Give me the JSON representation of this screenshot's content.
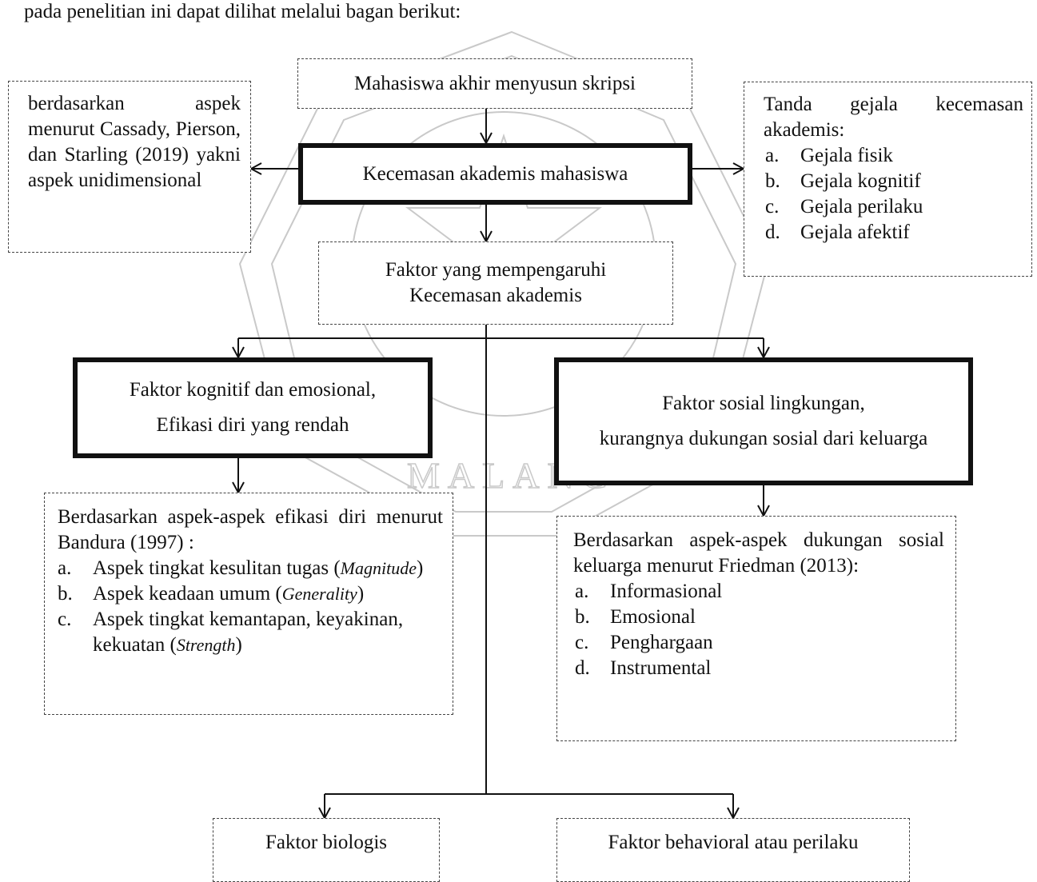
{
  "top_fragment": "pada penelitian ini dapat dilihat melalui bagan berikut:",
  "watermark_word": "MALANG",
  "nodes": {
    "start": "Mahasiswa akhir menyusun skripsi",
    "core": "Kecemasan akademis mahasiswa",
    "aspect": "berdasarkan aspek menurut Cassady, Pierson, dan Starling (2019) yakni aspek unidimensional",
    "symptoms": {
      "title": "Tanda gejala kecemasan akademis:",
      "items": [
        {
          "marker": "a.",
          "text": "Gejala fisik"
        },
        {
          "marker": "b.",
          "text": "Gejala kognitif"
        },
        {
          "marker": "c.",
          "text": "Gejala perilaku"
        },
        {
          "marker": "d.",
          "text": "Gejala afektif"
        }
      ]
    },
    "factors": {
      "line1": "Faktor yang mempengaruhi",
      "line2": "Kecemasan akademis"
    },
    "cognitive": {
      "line1": "Faktor kognitif dan emosional,",
      "line2": "Efikasi diri yang rendah"
    },
    "social": {
      "line1": "Faktor sosial lingkungan,",
      "line2": "kurangnya dukungan sosial dari keluarga"
    },
    "efficacy": {
      "intro": "Berdasarkan aspek-aspek efikasi diri menurut Bandura (1997) :",
      "items": [
        {
          "marker": "a.",
          "text": "Aspek tingkat kesulitan tugas (",
          "em": "Magnitude",
          "end": ")"
        },
        {
          "marker": "b.",
          "text": "Aspek keadaan umum (",
          "em": "Generality",
          "end": ")"
        },
        {
          "marker": "c.",
          "text": "Aspek tingkat kemantapan, keyakinan, kekuatan (",
          "em": "Strength",
          "end": ")"
        }
      ]
    },
    "support": {
      "intro": "Berdasarkan aspek-aspek dukungan sosial keluarga menurut Friedman (2013):",
      "items": [
        {
          "marker": "a.",
          "text": "Informasional"
        },
        {
          "marker": "b.",
          "text": "Emosional"
        },
        {
          "marker": "c.",
          "text": "Penghargaan"
        },
        {
          "marker": "d.",
          "text": "Instrumental"
        }
      ]
    },
    "biological": "Faktor biologis",
    "behavioral": "Faktor behavioral atau perilaku"
  },
  "colors": {
    "line": "#111111",
    "dashed_border": "#444444",
    "watermark": "#c9c9c9"
  }
}
